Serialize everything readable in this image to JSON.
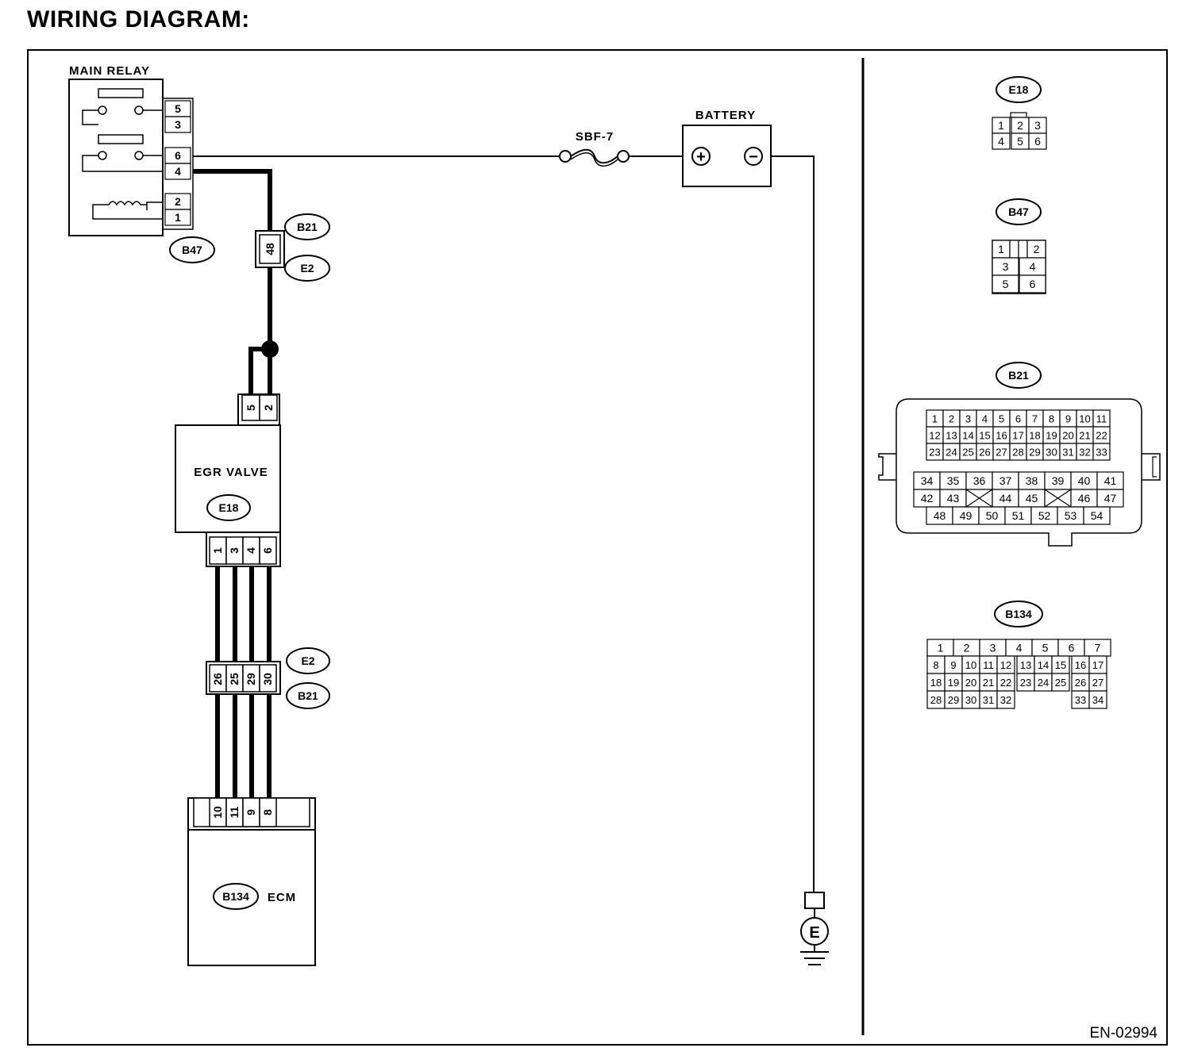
{
  "title": "WIRING DIAGRAM:",
  "doc_code": "EN-02994",
  "components": {
    "main_relay": {
      "label": "MAIN RELAY",
      "connector": "B47",
      "pins": [
        "5",
        "3",
        "6",
        "4",
        "2",
        "1"
      ]
    },
    "fuse": {
      "label": "SBF-7"
    },
    "battery": {
      "label": "BATTERY",
      "plus": "+",
      "minus": "−"
    },
    "joint_b21_e2_top": {
      "tag_a": "B21",
      "tag_b": "E2",
      "pin": "48"
    },
    "egr_valve": {
      "label": "EGR VALVE",
      "connector": "E18",
      "top_pins": [
        "5",
        "2"
      ],
      "bottom_pins": [
        "1",
        "3",
        "4",
        "6"
      ]
    },
    "joint_e2_b21_bottom": {
      "tag_a": "E2",
      "tag_b": "B21",
      "pins": [
        "26",
        "25",
        "29",
        "30"
      ]
    },
    "ecm": {
      "label": "ECM",
      "connector": "B134",
      "pins": [
        "10",
        "11",
        "9",
        "8"
      ]
    },
    "ground": {
      "label": "E"
    }
  },
  "connector_views": {
    "e18": {
      "tag": "E18",
      "rows": [
        [
          "1",
          "2",
          "3"
        ],
        [
          "4",
          "5",
          "6"
        ]
      ]
    },
    "b47": {
      "tag": "B47",
      "rows": [
        [
          "1",
          "2"
        ],
        [
          "3",
          "4"
        ],
        [
          "5",
          "6"
        ]
      ]
    },
    "b21": {
      "tag": "B21",
      "upper_rows": [
        [
          "1",
          "2",
          "3",
          "4",
          "5",
          "6",
          "7",
          "8",
          "9",
          "10",
          "11"
        ],
        [
          "12",
          "13",
          "14",
          "15",
          "16",
          "17",
          "18",
          "19",
          "20",
          "21",
          "22"
        ],
        [
          "23",
          "24",
          "25",
          "26",
          "27",
          "28",
          "29",
          "30",
          "31",
          "32",
          "33"
        ]
      ],
      "lower_rows": [
        [
          "34",
          "35",
          "36",
          "37",
          "38",
          "39",
          "40",
          "41"
        ],
        [
          "42",
          "43",
          "",
          "44",
          "45",
          "",
          "46",
          "47"
        ],
        [
          "48",
          "49",
          "50",
          "51",
          "52",
          "53",
          "54"
        ]
      ]
    },
    "b134": {
      "tag": "B134",
      "row1": [
        "1",
        "2",
        "3",
        "4",
        "5",
        "6",
        "7"
      ],
      "rows": [
        [
          "8",
          "9",
          "10",
          "11",
          "12",
          "13",
          "14",
          "15",
          "16",
          "17"
        ],
        [
          "18",
          "19",
          "20",
          "21",
          "22",
          "23",
          "24",
          "25",
          "26",
          "27"
        ],
        [
          "28",
          "29",
          "30",
          "31",
          "32",
          "",
          "",
          "",
          "33",
          "34"
        ]
      ]
    }
  }
}
